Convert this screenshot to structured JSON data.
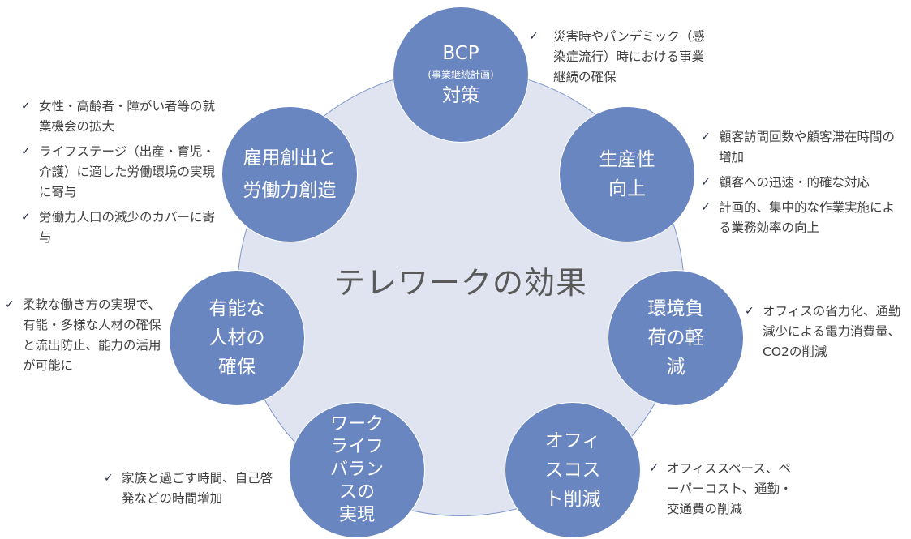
{
  "title": "テレワークの効果",
  "colors": {
    "circle": "#6a86c0",
    "background_circle": "#dfe4f0",
    "text": "#404040"
  },
  "bullet_icon": "check-icon",
  "effects": [
    {
      "id": "bcp",
      "lines": [
        "BCP",
        "(事業継続計画)",
        "対策"
      ],
      "notes": [
        "災害時やパンデミック（感染症流行）時における事業継続の確保"
      ]
    },
    {
      "id": "productivity",
      "lines": [
        "生産性",
        "向上"
      ],
      "notes": [
        "顧客訪問回数や顧客滞在時間の増加",
        "顧客への迅速・的確な対応",
        "計画的、集中的な作業実施による業務効率の向上"
      ]
    },
    {
      "id": "environment",
      "lines": [
        "環境負",
        "荷の軽",
        "減"
      ],
      "notes": [
        "オフィスの省力化、通勤減少による電力消費量、CO2の削減"
      ]
    },
    {
      "id": "office-cost",
      "lines": [
        "オフィ",
        "スコス",
        "ト削減"
      ],
      "notes": [
        "オフィススペース、ペーパーコスト、通勤・交通費の削減"
      ]
    },
    {
      "id": "work-life",
      "lines": [
        "ワーク",
        "ライフ",
        "バラン",
        "スの",
        "実現"
      ],
      "notes": [
        "家族と過ごす時間、自己啓発などの時間増加"
      ]
    },
    {
      "id": "talent",
      "lines": [
        "有能な",
        "人材の",
        "確保"
      ],
      "notes": [
        "柔軟な働き方の実現で、有能・多様な人材の確保と流出防止、能力の活用が可能に"
      ]
    },
    {
      "id": "employment",
      "lines": [
        "雇用創出と",
        "労働力創造"
      ],
      "notes": [
        "女性・高齢者・障がい者等の就業機会の拡大",
        "ライフステージ（出産・育児・介護）に適した労働環境の実現に寄与",
        "労働力人口の減少のカバーに寄与"
      ]
    }
  ]
}
